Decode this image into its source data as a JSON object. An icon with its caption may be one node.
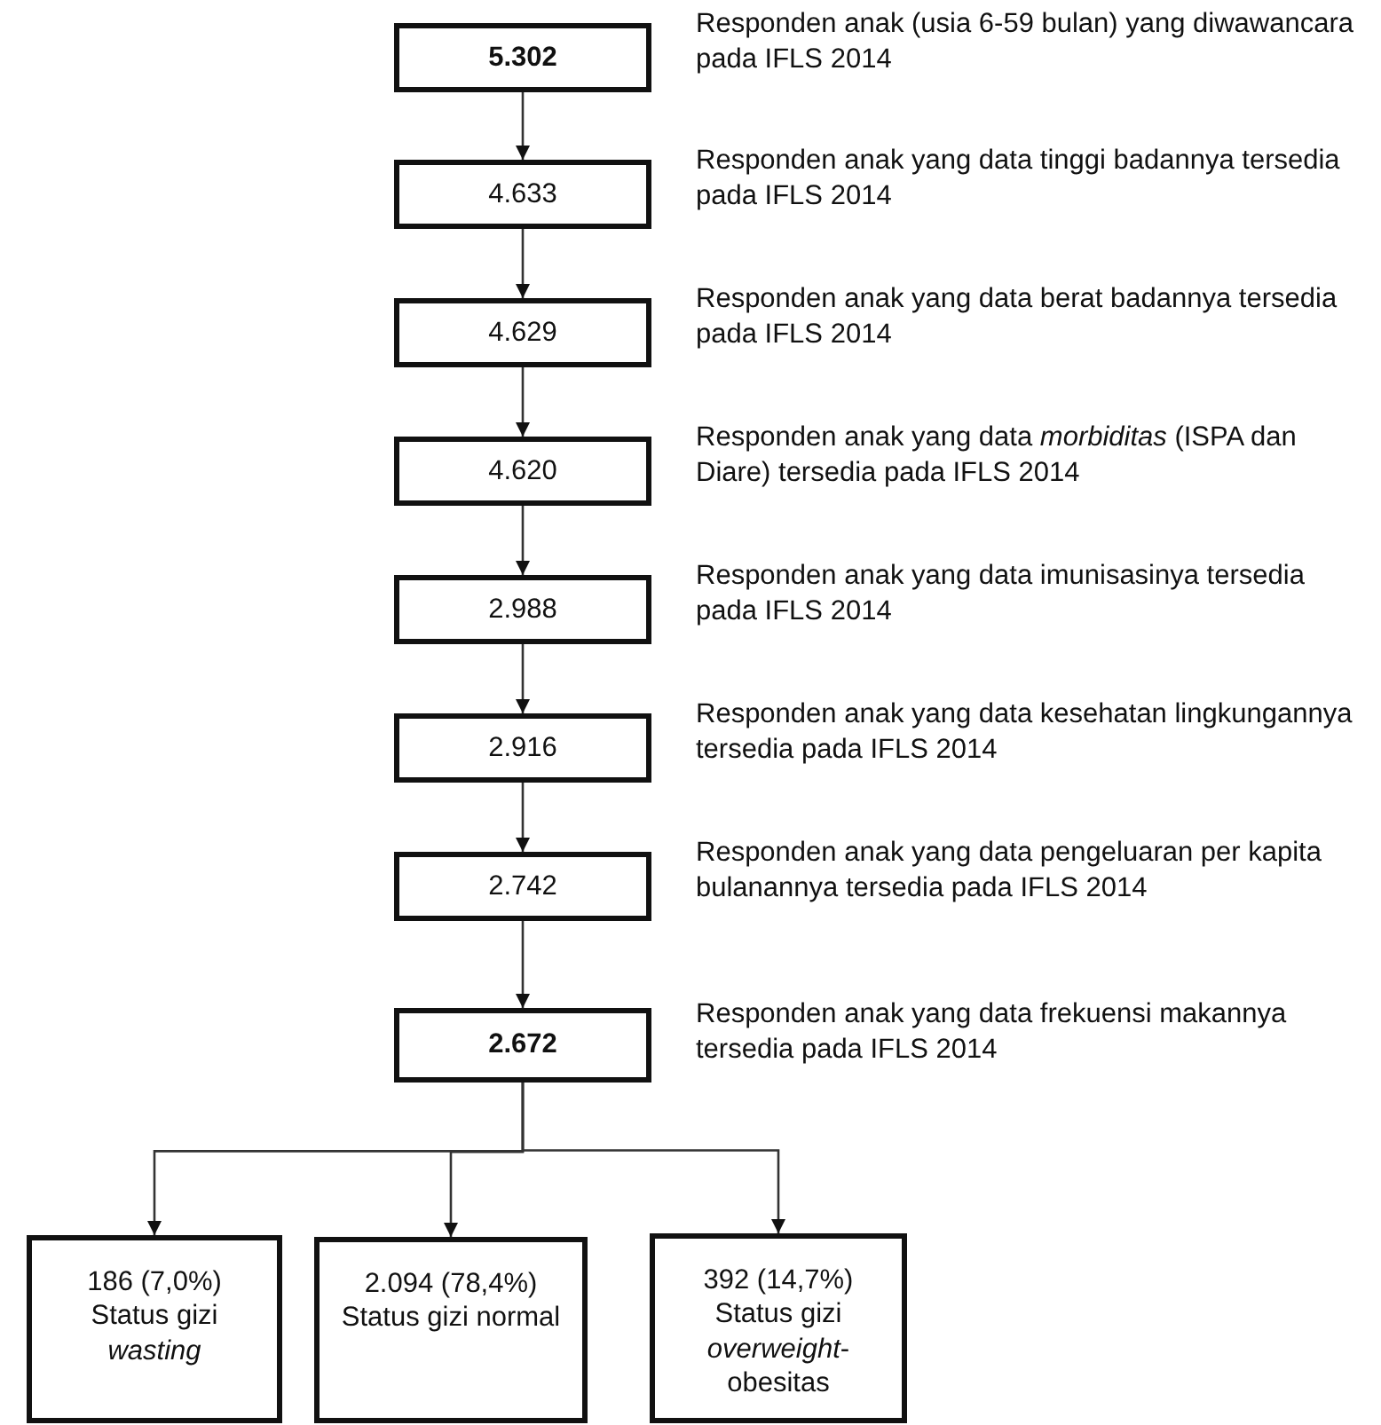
{
  "diagram": {
    "nodes": [
      {
        "text": [
          "5.302"
        ],
        "beside": [
          "Responden anak (usia 6-59 bulan) yang diwawancara pada IFLS 2014"
        ]
      },
      {
        "text": [
          "4.633"
        ],
        "beside": [
          "Responden anak yang data tinggi badannya tersedia pada IFLS 2014"
        ]
      },
      {
        "text": [
          "4.629"
        ],
        "beside": [
          "Responden anak yang data berat badannya tersedia pada IFLS 2014"
        ]
      },
      {
        "text": [
          "4.620"
        ],
        "beside": [
          "Responden anak yang data *morbiditas* (ISPA dan Diare) tersedia pada IFLS 2014"
        ]
      },
      {
        "text": [
          "2.988"
        ],
        "beside": [
          "Responden anak yang data imunisasinya tersedia pada IFLS 2014"
        ]
      },
      {
        "text": [
          "2.916"
        ],
        "beside": [
          "Responden anak yang data kesehatan lingkungannya tersedia pada IFLS 2014"
        ]
      },
      {
        "text": [
          "2.742"
        ],
        "beside": [
          "Responden anak yang data pengeluaran per kapita bulanannya tersedia pada IFLS 2014"
        ]
      },
      {
        "text": [
          "2.672"
        ],
        "beside": [
          "Responden anak yang data frekuensi makannya tersedia pada IFLS 2014"
        ]
      },
      {
        "text": [
          "186 (7,0%)",
          "Status gizi *wasting*"
        ]
      },
      {
        "text": [
          "2.094 (78,4%)",
          "Status gizi normal"
        ]
      },
      {
        "text": [
          "392 (14,7%)",
          "Status gizi *overweight*-obesitas"
        ]
      }
    ],
    "edges": [
      {
        "from": 0,
        "to": 1,
        "arrow": "to"
      },
      {
        "from": 1,
        "to": 2,
        "arrow": "to"
      },
      {
        "from": 2,
        "to": 3,
        "arrow": "to"
      },
      {
        "from": 3,
        "to": 4,
        "arrow": "to"
      },
      {
        "from": 4,
        "to": 5,
        "arrow": "to"
      },
      {
        "from": 5,
        "to": 6,
        "arrow": "to"
      },
      {
        "from": 6,
        "to": 7,
        "arrow": "to"
      },
      {
        "from": 7,
        "to": 8,
        "arrow": "to"
      },
      {
        "from": 7,
        "to": 9,
        "arrow": "to"
      },
      {
        "from": 7,
        "to": 10,
        "arrow": "to"
      }
    ]
  }
}
